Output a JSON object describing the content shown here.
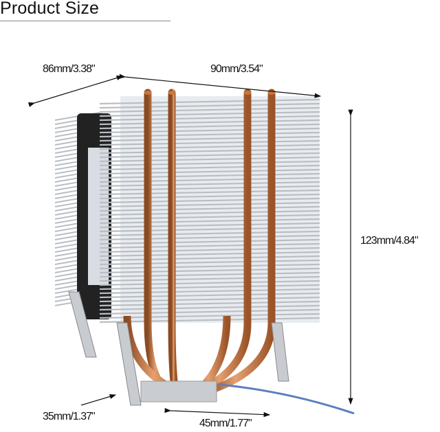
{
  "title": "Product Size",
  "dimensions": {
    "depth": "86mm/3.38\"",
    "width": "90mm/3.54\"",
    "height": "123mm/4.84\"",
    "base_offset": "35mm/1.37\"",
    "base_width": "45mm/1.77\""
  },
  "colors": {
    "copper": "#c7773f",
    "fin": "#b9bec4",
    "fan": "#1e1f22"
  }
}
